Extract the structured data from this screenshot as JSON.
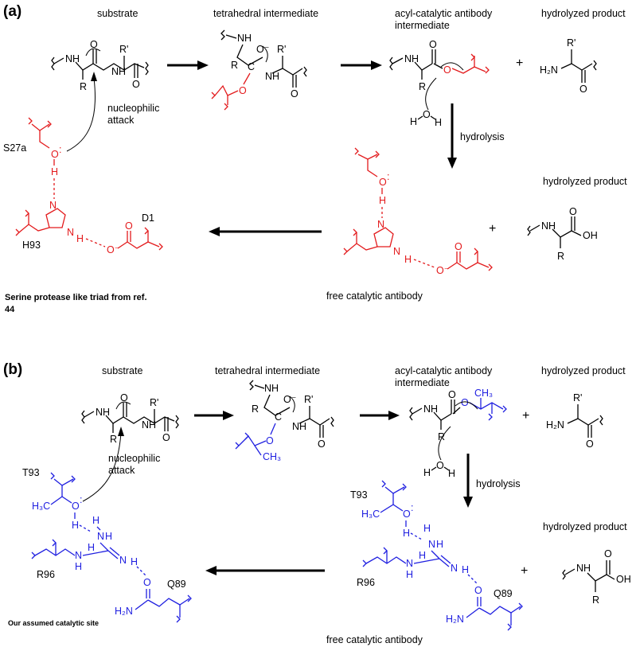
{
  "panel_a": {
    "label": "(a)",
    "substrate": "substrate",
    "tetrahedral": "tetrahedral intermediate",
    "acyl_line1": "acyl-catalytic antibody",
    "acyl_line2": "intermediate",
    "hydrolyzed_top": "hydrolyzed product",
    "hydrolyzed_right": "hydrolyzed product",
    "nucleophilic_line1": "nucleophilic",
    "nucleophilic_line2": "attack",
    "hydrolysis": "hydrolysis",
    "free_antibody": "free catalytic antibody",
    "residue_ser": "S27a",
    "residue_asp": "D1",
    "residue_his": "H93",
    "caption_line1": "Serine protease like triad from ref.",
    "caption_line2": "44",
    "plus": "+"
  },
  "panel_b": {
    "label": "(b)",
    "substrate": "substrate",
    "tetrahedral": "tetrahedral intermediate",
    "acyl_line1": "acyl-catalytic antibody",
    "acyl_line2": "intermediate",
    "hydrolyzed_top": "hydrolyzed product",
    "hydrolyzed_right": "hydrolyzed product",
    "nucleophilic_line1": "nucleophilic",
    "nucleophilic_line2": "attack",
    "hydrolysis": "hydrolysis",
    "free_antibody": "free catalytic antibody",
    "residue_thr": "T93",
    "residue_arg": "R96",
    "residue_gln": "Q89",
    "caption": "Our assumed catalytic site",
    "plus": "+"
  },
  "atoms": {
    "nh": "NH",
    "n": "N",
    "h": "H",
    "o": "O",
    "o_minus": "O⁻",
    "c": "C",
    "r": "R",
    "r_prime": "R'",
    "h2n": "H₂N",
    "oh": "OH",
    "h3c": "H₃C",
    "ch3": "CH₃",
    "lone_pair": ":"
  },
  "colors": {
    "panel_a_residues": "#e31a1c",
    "panel_b_residues": "#1f1fe0",
    "molecule": "#000000"
  }
}
